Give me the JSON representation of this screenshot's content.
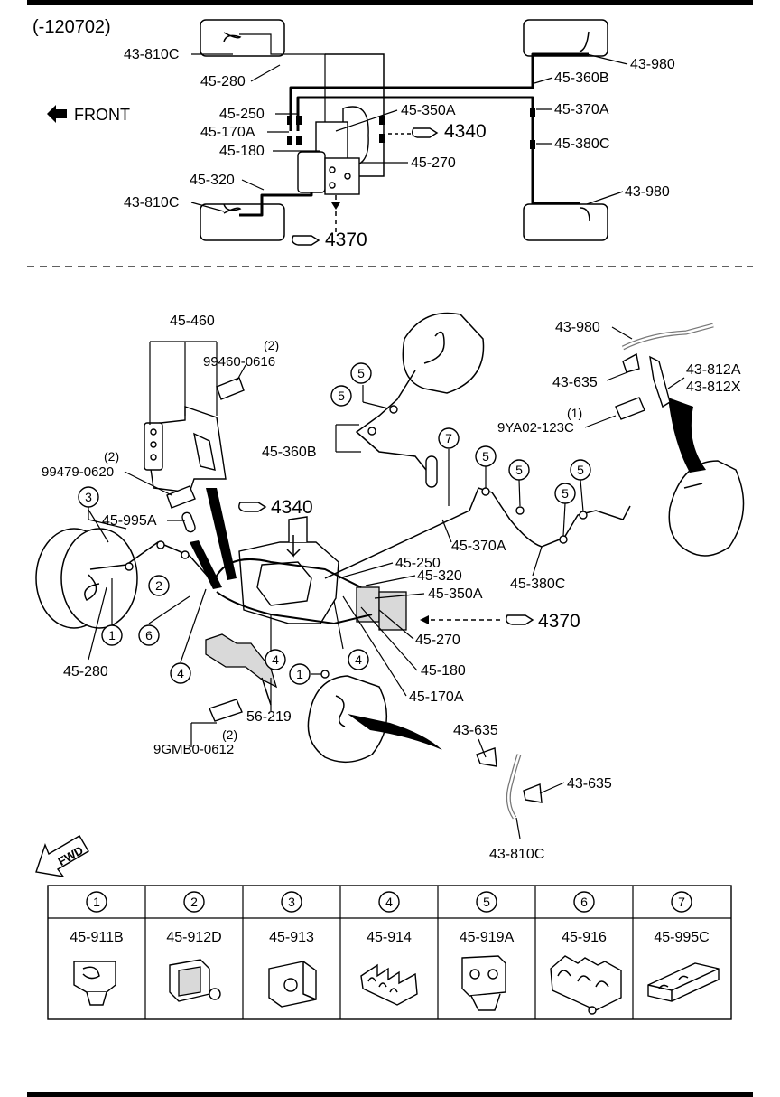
{
  "header": {
    "date_code": "(-120702)"
  },
  "schematic": {
    "front_label": "FRONT",
    "ref_4340": "4340",
    "ref_4370": "4370",
    "labels": {
      "l_43810C_top": "43-810C",
      "l_45280": "45-280",
      "l_45250": "45-250",
      "l_45170A": "45-170A",
      "l_45180": "45-180",
      "l_45320": "45-320",
      "l_43810C_bot": "43-810C",
      "l_45350A": "45-350A",
      "l_45270": "45-270",
      "l_45360B": "45-360B",
      "l_43980_top": "43-980",
      "l_45370A": "45-370A",
      "l_45380C": "45-380C",
      "l_43980_bot": "43-980"
    }
  },
  "exploded": {
    "ref_4340": "4340",
    "ref_4370": "4370",
    "fwd_label": "FWD",
    "labels": {
      "e_45460": "45-460",
      "e_q2a": "(2)",
      "e_99460": "99460-0616",
      "e_q2b": "(2)",
      "e_99479": "99479-0620",
      "e_45995A": "45-995A",
      "e_45280": "45-280",
      "e_56219": "56-219",
      "e_q2c": "(2)",
      "e_9GMB0": "9GMB0-0612",
      "e_45360B": "45-360B",
      "e_45370A": "45-370A",
      "e_45380C": "45-380C",
      "e_45250": "45-250",
      "e_45320": "45-320",
      "e_45350A": "45-350A",
      "e_45270": "45-270",
      "e_45180": "45-180",
      "e_45170A": "45-170A",
      "e_43980": "43-980",
      "e_43635a": "43-635",
      "e_43812A": "43-812A",
      "e_43812X": "43-812X",
      "e_q1": "(1)",
      "e_9YA02": "9YA02-123C",
      "e_43635b": "43-635",
      "e_43635c": "43-635",
      "e_43810C": "43-810C"
    },
    "callouts": {
      "c3": "3",
      "c2": "2",
      "c6": "6",
      "c1a": "1",
      "c4a": "4",
      "c4b": "4",
      "c4c": "4",
      "c1b": "1",
      "c5a": "5",
      "c5b": "5",
      "c7": "7",
      "c5c": "5",
      "c5d": "5",
      "c5e": "5",
      "c5f": "5"
    }
  },
  "legend": {
    "columns": [
      {
        "index": "1",
        "part": "45-911B"
      },
      {
        "index": "2",
        "part": "45-912D"
      },
      {
        "index": "3",
        "part": "45-913"
      },
      {
        "index": "4",
        "part": "45-914"
      },
      {
        "index": "5",
        "part": "45-919A"
      },
      {
        "index": "6",
        "part": "45-916"
      },
      {
        "index": "7",
        "part": "45-995C"
      }
    ]
  }
}
